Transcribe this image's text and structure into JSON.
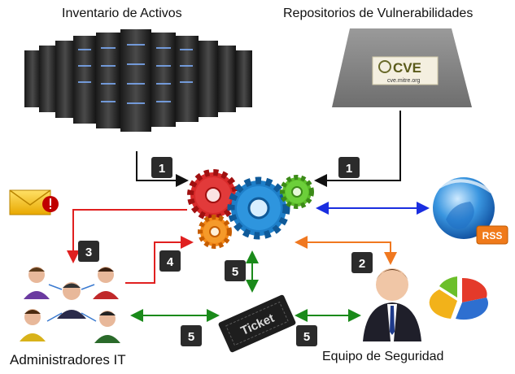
{
  "labels": {
    "asset_inventory": "Inventario de Activos",
    "vuln_repos": "Repositorios de Vulnerabilidades",
    "it_admins": "Administradores IT",
    "security_team": "Equipo de Seguridad"
  },
  "cve_logo": {
    "text": "CVE",
    "url": "cve.mitre.org"
  },
  "rss_label": "RSS",
  "ticket_label": "Ticket",
  "steps": {
    "inventory_to_engine": "1",
    "repos_to_engine": "1",
    "security_to_engine": "2",
    "engine_to_admins": "3",
    "admins_to_engine": "4",
    "engine_to_ticket": "5",
    "admins_to_ticket": "5",
    "ticket_to_security": "5"
  },
  "colors": {
    "arrow_black": "#111111",
    "arrow_red": "#e02020",
    "arrow_blue": "#1a2ee0",
    "arrow_orange": "#f07820",
    "arrow_green": "#1a8a1a",
    "badge": "#2b2b2b"
  }
}
